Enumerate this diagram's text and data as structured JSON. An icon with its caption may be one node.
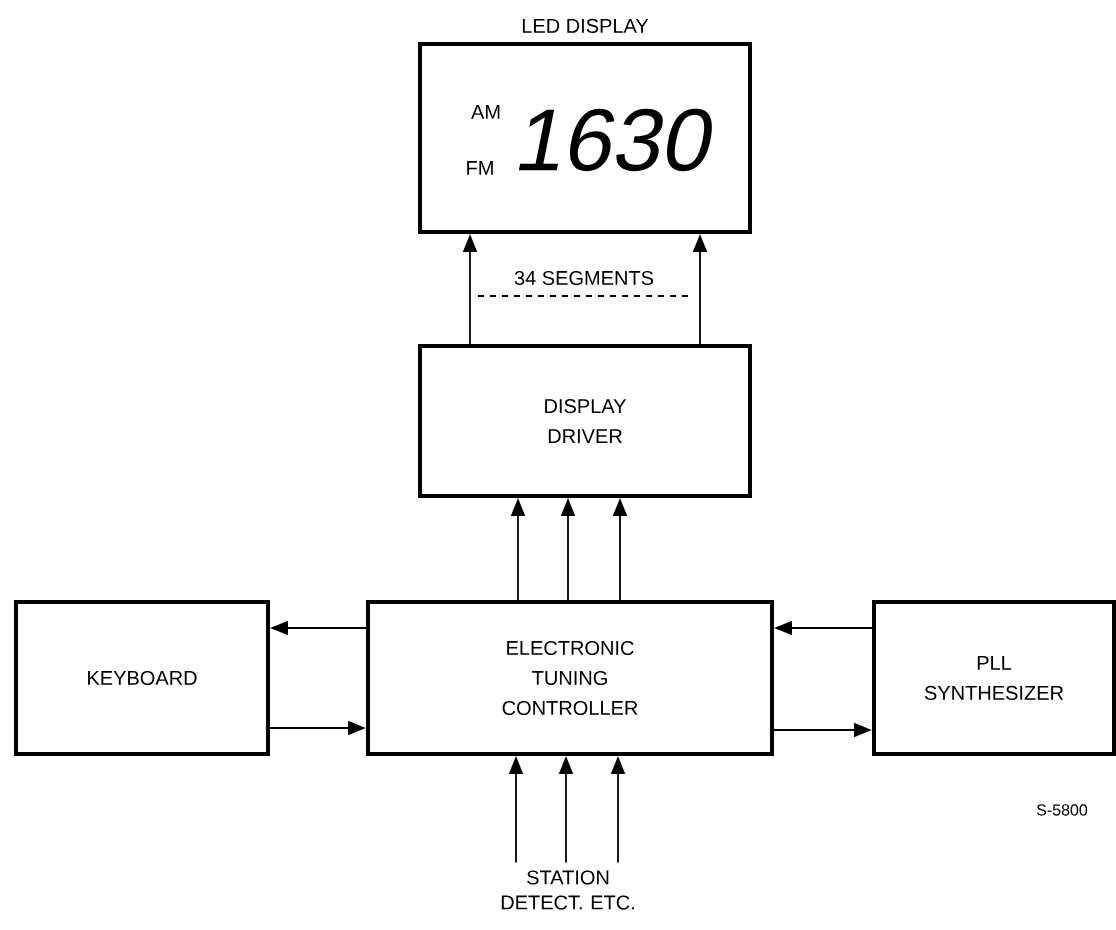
{
  "diagram": {
    "nodes": [
      {
        "text": [
          "LED DISPLAY",
          "AM",
          "FM",
          "1630"
        ]
      },
      {
        "text": [
          "DISPLAY DRIVER"
        ]
      },
      {
        "text": [
          "KEYBOARD"
        ]
      },
      {
        "text": [
          "ELECTRONIC TUNING CONTROLLER"
        ]
      },
      {
        "text": [
          "PLL SYNTHESIZER"
        ]
      },
      {
        "text": [
          "STATION DETECT. ETC."
        ]
      }
    ],
    "edges": [
      {
        "from": 1,
        "to": 0,
        "arrow": "to"
      },
      {
        "from": 1,
        "to": 0,
        "arrow": "to"
      },
      {
        "from": 3,
        "to": 1,
        "arrow": "to"
      },
      {
        "from": 3,
        "to": 1,
        "arrow": "to"
      },
      {
        "from": 3,
        "to": 1,
        "arrow": "to"
      },
      {
        "from": 3,
        "to": 2,
        "arrow": "to"
      },
      {
        "from": 2,
        "to": 3,
        "arrow": "to"
      },
      {
        "from": 4,
        "to": 3,
        "arrow": "to"
      },
      {
        "from": 3,
        "to": 4,
        "arrow": "to"
      },
      {
        "from": 5,
        "to": 3,
        "arrow": "to"
      },
      {
        "from": 5,
        "to": 3,
        "arrow": "to"
      },
      {
        "from": 5,
        "to": 3,
        "arrow": "to"
      }
    ],
    "labels": [
      "34 SEGMENTS",
      "S-5800"
    ]
  }
}
